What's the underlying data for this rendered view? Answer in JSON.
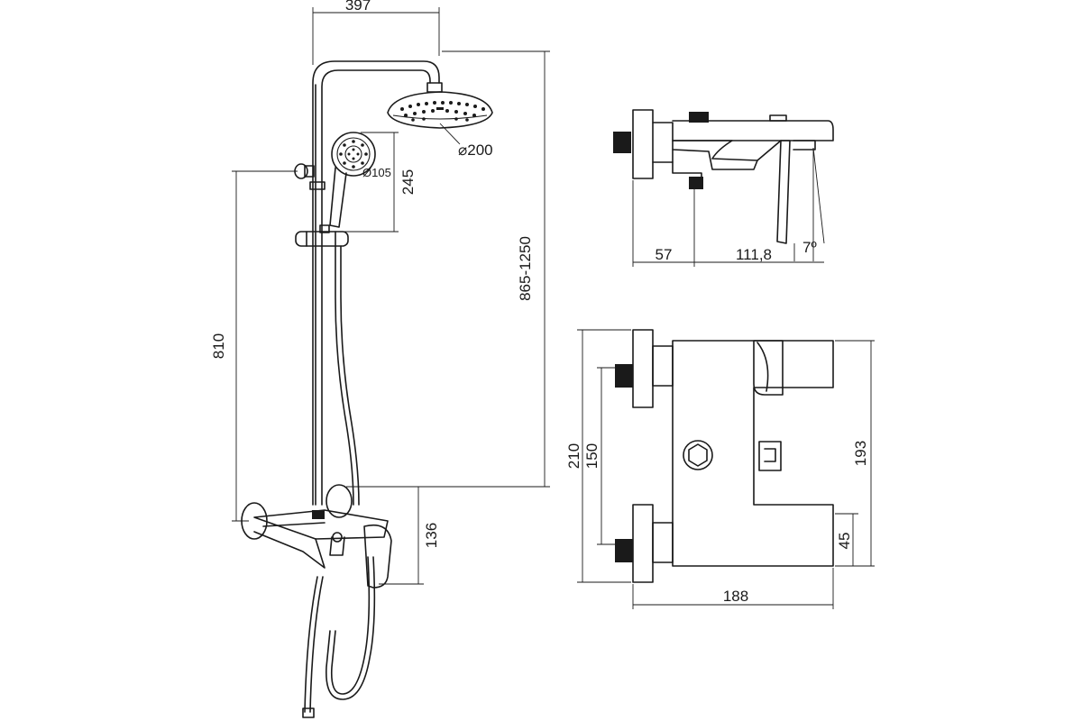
{
  "dimensions": {
    "overhead_reach": "397",
    "overhead_diameter": "⌀200",
    "hand_shower_diameter": "Ø105",
    "hand_shower_height": "245",
    "height_range": "865-1250",
    "rail_height": "810",
    "mixer_height": "136",
    "side_wall_offset": "57",
    "side_spout_length": "111,8",
    "spout_angle": "7º",
    "front_height": "210",
    "front_inlet_spacing": "150",
    "front_body_height": "193",
    "front_base_height": "45",
    "front_width": "188"
  }
}
